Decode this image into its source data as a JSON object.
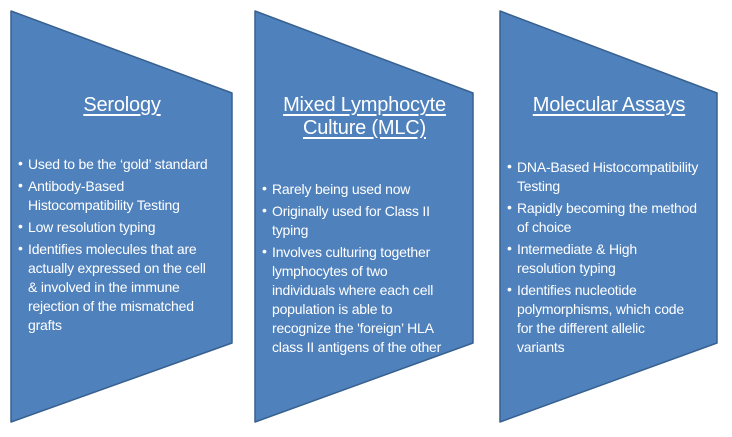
{
  "slide": {
    "bullet_glyph": "•",
    "colors": {
      "shape_fill": "#4f81bd",
      "shape_border": "#38618f",
      "text_color": "#ffffff",
      "background": "#ffffff"
    },
    "panels": [
      {
        "id": "serology",
        "title": "Serology",
        "bullets": [
          "Used to be the ‘gold’ standard",
          "Antibody-Based\nHistocompatibility Testing",
          "Low resolution typing",
          "Identifies molecules that are\nactually expressed on the cell\n& involved in the immune\nrejection of the mismatched\ngrafts"
        ]
      },
      {
        "id": "mixed-lymphocyte-culture",
        "title": "Mixed Lymphocyte\nCulture (MLC)",
        "bullets": [
          "Rarely being used now",
          "Originally used for Class II\ntyping",
          "Involves culturing together\nlymphocytes of two\nindividuals where each cell\npopulation is able to\nrecognize the 'foreign’ HLA\nclass II antigens of the other"
        ]
      },
      {
        "id": "molecular-assays",
        "title": "Molecular Assays",
        "bullets": [
          "DNA-Based Histocompatibility\nTesting",
          "Rapidly becoming the method\nof choice",
          "Intermediate & High\nresolution typing",
          "Identifies nucleotide\npolymorphisms, which code\nfor the different allelic\nvariants"
        ]
      }
    ]
  }
}
